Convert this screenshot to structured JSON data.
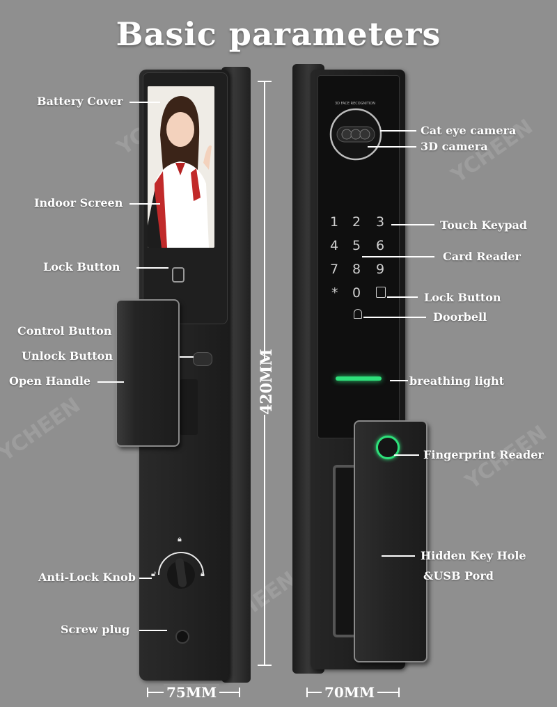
{
  "title": "Basic parameters",
  "watermark": "YCHEEN",
  "screen_chip_text": "3D FACE RECOGNITION",
  "keypad": [
    "1",
    "2",
    "3",
    "4",
    "5",
    "6",
    "7",
    "8",
    "9",
    "*",
    "0",
    "lock-icon"
  ],
  "dimensions": {
    "height": "420MM",
    "width_left": "75MM",
    "width_right": "70MM"
  },
  "labels_left": {
    "battery_cover": "Battery Cover",
    "indoor_screen": "Indoor Screen",
    "lock_button": "Lock Button",
    "control_button": "Control Button",
    "unlock_button": "Unlock Button",
    "open_handle": "Open Handle",
    "anti_lock_knob": "Anti-Lock Knob",
    "screw_plug": "Screw plug"
  },
  "labels_right": {
    "cat_eye_camera": "Cat eye camera",
    "camera_3d": "3D camera",
    "touch_keypad": "Touch Keypad",
    "card_reader": "Card Reader",
    "lock_button": "Lock Button",
    "doorbell": "Doorbell",
    "breathing_light": "breathing light",
    "fingerprint_reader": "Fingerprint Reader",
    "hidden_key_hole": "Hidden Key Hole",
    "usb_port": "&USB Pord"
  },
  "colors": {
    "background": "#8f8f8f",
    "lock_body": "#232323",
    "breathing_light": "#2ee07a",
    "fingerprint_ring": "#2ee07a"
  }
}
